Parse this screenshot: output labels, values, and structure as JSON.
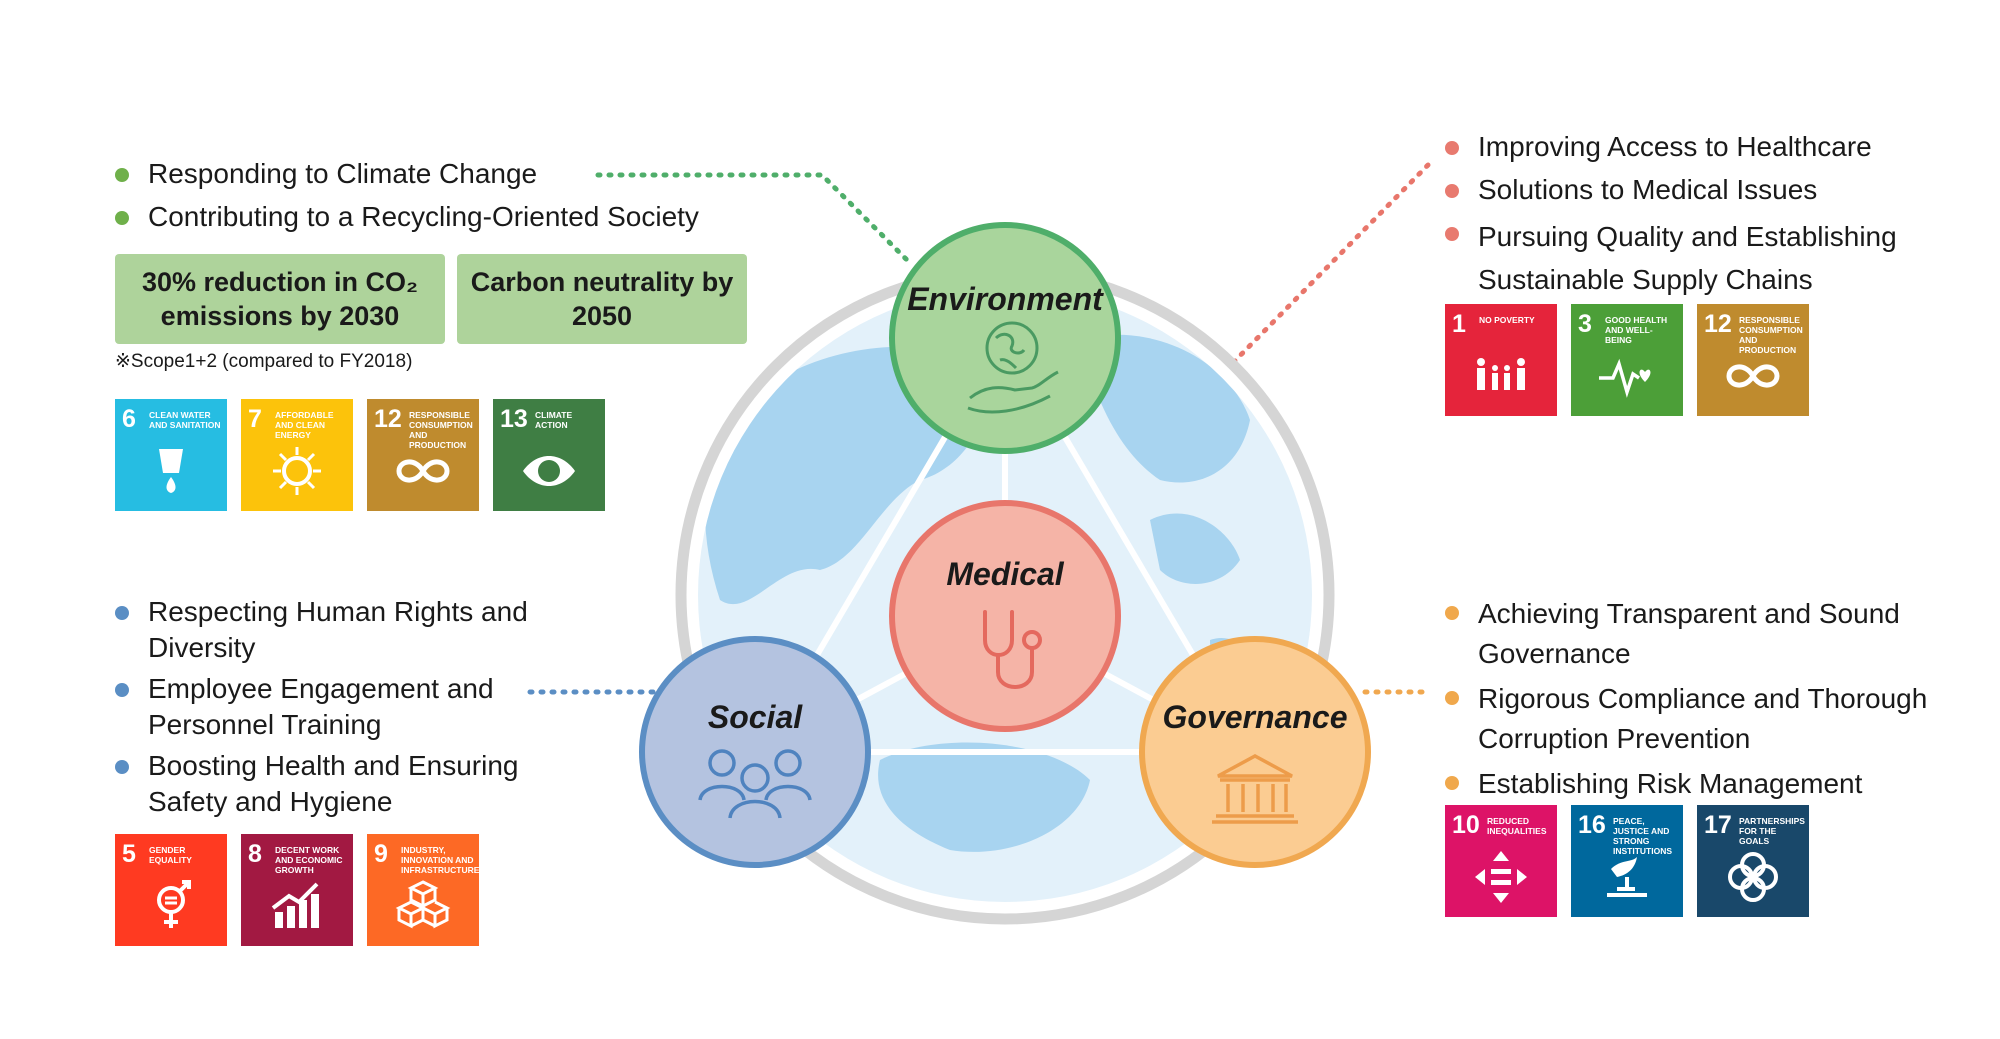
{
  "environment": {
    "label": "Environment",
    "color": "#4fae6a",
    "items": [
      "Responding to Climate Change",
      "Contributing to a Recycling-Oriented Society"
    ],
    "target1": "30% reduction in CO₂ emissions by 2030",
    "target2": "Carbon neutrality by 2050",
    "note": "※Scope1+2 (compared to FY2018)",
    "sdgs": [
      {
        "num": "6",
        "title": "CLEAN WATER AND SANITATION",
        "color": "#26bde2",
        "icon": "water-drop-icon"
      },
      {
        "num": "7",
        "title": "AFFORDABLE AND CLEAN ENERGY",
        "color": "#fcc30b",
        "icon": "sun-power-icon"
      },
      {
        "num": "12",
        "title": "RESPONSIBLE CONSUMPTION AND PRODUCTION",
        "color": "#bf8b2e",
        "icon": "infinity-loop-icon"
      },
      {
        "num": "13",
        "title": "CLIMATE ACTION",
        "color": "#3f7e44",
        "icon": "eye-globe-icon"
      }
    ]
  },
  "medical": {
    "label": "Medical",
    "color": "#e8766b",
    "items": [
      "Improving Access to Healthcare",
      "Solutions to Medical Issues",
      "Pursuing Quality and Establishing Sustainable Supply Chains"
    ],
    "sdgs": [
      {
        "num": "1",
        "title": "NO POVERTY",
        "color": "#e5243b",
        "icon": "family-icon"
      },
      {
        "num": "3",
        "title": "GOOD HEALTH AND WELL-BEING",
        "color": "#4c9f38",
        "icon": "heartbeat-icon"
      },
      {
        "num": "12",
        "title": "RESPONSIBLE CONSUMPTION AND PRODUCTION",
        "color": "#bf8b2e",
        "icon": "infinity-loop-icon"
      }
    ]
  },
  "social": {
    "label": "Social",
    "color": "#5b8ec4",
    "items": [
      "Respecting Human Rights and Diversity",
      "Employee Engagement and Personnel Training",
      "Boosting Health and Ensuring Safety and Hygiene"
    ],
    "sdgs": [
      {
        "num": "5",
        "title": "GENDER EQUALITY",
        "color": "#ff3a21",
        "icon": "gender-icon"
      },
      {
        "num": "8",
        "title": "DECENT WORK AND ECONOMIC GROWTH",
        "color": "#a21942",
        "icon": "growth-chart-icon"
      },
      {
        "num": "9",
        "title": "INDUSTRY, INNOVATION AND INFRASTRUCTURE",
        "color": "#fd6925",
        "icon": "cubes-icon"
      }
    ]
  },
  "governance": {
    "label": "Governance",
    "color": "#f0a850",
    "items": [
      "Achieving Transparent and Sound Governance",
      "Rigorous Compliance and Thorough Corruption Prevention",
      "Establishing Risk Management"
    ],
    "sdgs": [
      {
        "num": "10",
        "title": "REDUCED INEQUALITIES",
        "color": "#dd1367",
        "icon": "equality-arrows-icon"
      },
      {
        "num": "16",
        "title": "PEACE, JUSTICE AND STRONG INSTITUTIONS",
        "color": "#00689d",
        "icon": "dove-gavel-icon"
      },
      {
        "num": "17",
        "title": "PARTNERSHIPS FOR THE GOALS",
        "color": "#19486a",
        "icon": "rings-flower-icon"
      }
    ]
  }
}
